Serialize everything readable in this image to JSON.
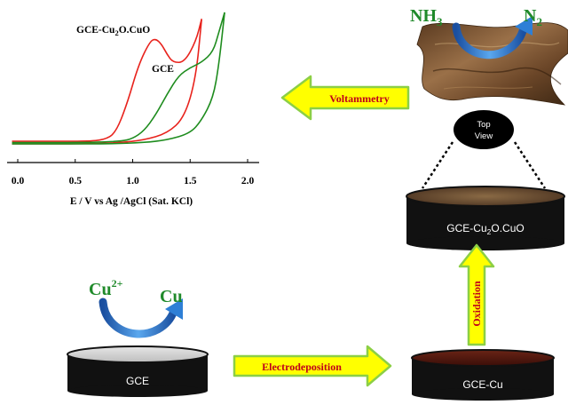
{
  "chart_data": {
    "type": "line",
    "title": "",
    "xlabel": "E / V vs Ag /AgCl (Sat. KCl)",
    "ylabel": "",
    "xlim": [
      0.0,
      2.0
    ],
    "ylim": [
      0,
      100
    ],
    "x_ticks": [
      "0.0",
      "0.5",
      "1.0",
      "1.5",
      "2.0"
    ],
    "grid": false,
    "series": [
      {
        "name": "GCE-Cu2O.CuO",
        "color": "#e8221c",
        "forward_x": [
          -0.05,
          0.3,
          0.6,
          0.75,
          0.85,
          0.95,
          1.05,
          1.15,
          1.2,
          1.25,
          1.3,
          1.35,
          1.45,
          1.55,
          1.6
        ],
        "forward_y": [
          2,
          2,
          2,
          3,
          8,
          30,
          60,
          78,
          80,
          76,
          68,
          62,
          62,
          78,
          95
        ],
        "reverse_x": [
          1.6,
          1.55,
          1.45,
          1.3,
          1.1,
          0.9,
          0.6,
          0.3,
          -0.05
        ],
        "reverse_y": [
          95,
          50,
          20,
          8,
          3,
          1,
          0,
          0,
          0
        ]
      },
      {
        "name": "GCE",
        "color": "#1e8c1e",
        "forward_x": [
          -0.05,
          0.6,
          0.9,
          1.0,
          1.1,
          1.2,
          1.3,
          1.4,
          1.5,
          1.6,
          1.7,
          1.75,
          1.8
        ],
        "forward_y": [
          1,
          1,
          2,
          4,
          10,
          22,
          38,
          52,
          58,
          62,
          70,
          85,
          100
        ],
        "reverse_x": [
          1.8,
          1.75,
          1.7,
          1.6,
          1.5,
          1.3,
          1.1,
          0.8,
          0.4,
          -0.05
        ],
        "reverse_y": [
          100,
          60,
          35,
          18,
          8,
          3,
          1,
          0,
          0,
          0
        ]
      }
    ],
    "annotations": [
      {
        "text": "GCE-Cu",
        "sub": "2",
        "after": "O.CuO",
        "series": "GCE-Cu2O.CuO"
      },
      {
        "text": "GCE",
        "series": "GCE"
      }
    ]
  },
  "labels": {
    "voltammetry": "Voltammetry",
    "electrodeposition": "Electrodeposition",
    "oxidation": "Oxidation",
    "top_view_1": "Top",
    "top_view_2": "View",
    "nh3_base": "NH",
    "nh3_sub": "3",
    "n2_base": "N",
    "n2_sub": "2",
    "cu_ion_base": "Cu",
    "cu_ion_sup": "2+",
    "cu": "Cu",
    "electrode_gce": "GCE",
    "electrode_gce_cu": "GCE-Cu",
    "electrode_oxide_a": "GCE-Cu",
    "electrode_oxide_sub": "2",
    "electrode_oxide_b": "O.CuO"
  },
  "colors": {
    "arrow_fill": "#ffff00",
    "arrow_stroke": "#8ccf45",
    "arrow_text": "#c0001a",
    "chem_green": "#1f8a2a",
    "curve_blue": "#2e7fd6",
    "electrode_dark": "#1a1a1a",
    "gce_top": "#d4d4d4",
    "cu_top": "#4a1a10",
    "oxide_top": "#6b4a2a"
  },
  "icons": [
    "arrow-curved-icon"
  ]
}
